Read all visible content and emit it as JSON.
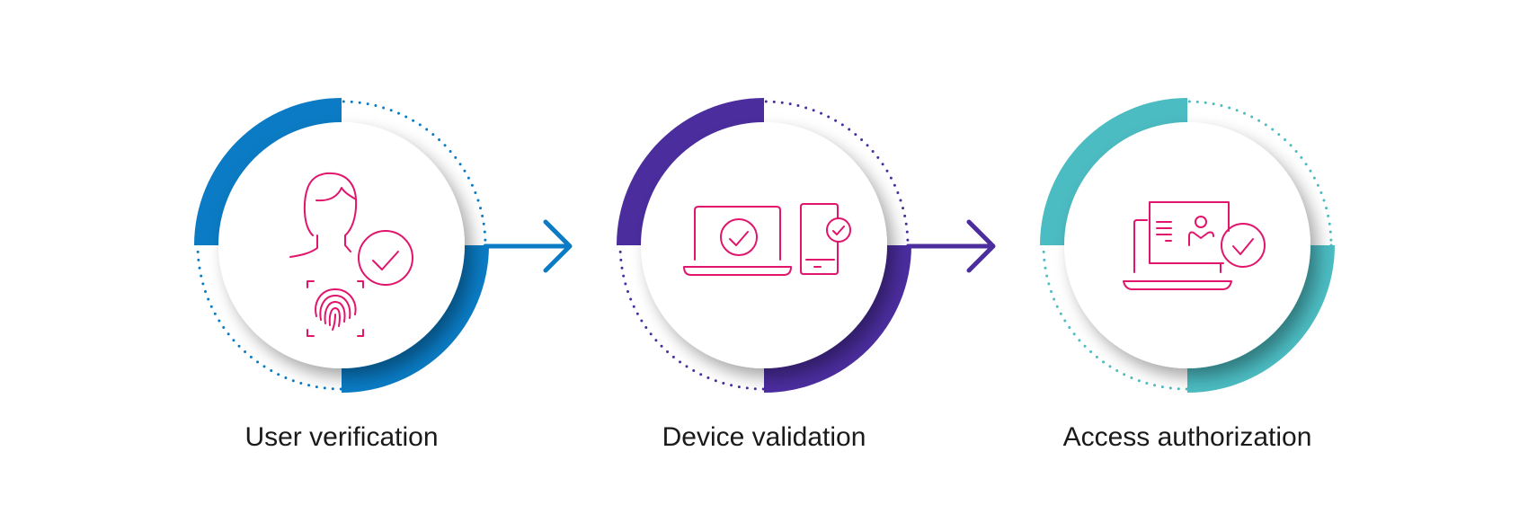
{
  "steps": [
    {
      "label": "User verification",
      "color": "#0A7BC4",
      "icon": "user-fingerprint-check-icon"
    },
    {
      "label": "Device validation",
      "color": "#4B2D9E",
      "icon": "laptop-phone-check-icon"
    },
    {
      "label": "Access authorization",
      "color": "#4BBCC2",
      "icon": "laptop-profile-check-icon"
    }
  ],
  "icon_color": "#E0156B"
}
